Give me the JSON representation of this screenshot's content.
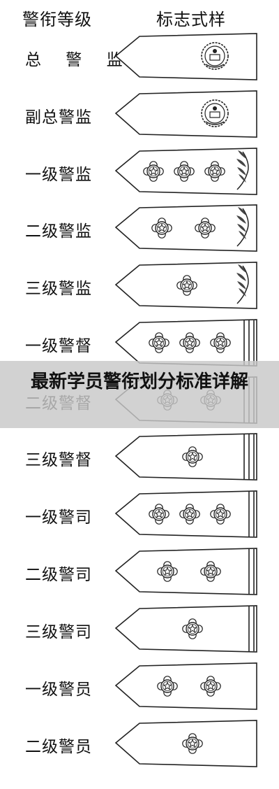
{
  "header": {
    "left": "警衔等级",
    "right": "标志式样"
  },
  "rows": [
    {
      "label": "总 警 监",
      "emblem": "national-emblem",
      "stars": 0,
      "stripes": 0,
      "leaf": false
    },
    {
      "label": "副总警监",
      "emblem": "national-emblem",
      "stars": 0,
      "stripes": 0,
      "leaf": false
    },
    {
      "label": "一级警监",
      "emblem": null,
      "stars": 3,
      "stripes": 0,
      "leaf": true
    },
    {
      "label": "二级警监",
      "emblem": null,
      "stars": 2,
      "stripes": 0,
      "leaf": true
    },
    {
      "label": "三级警监",
      "emblem": null,
      "stars": 1,
      "stripes": 0,
      "leaf": true
    },
    {
      "label": "一级警督",
      "emblem": null,
      "stars": 3,
      "stripes": 3,
      "leaf": false
    },
    {
      "label": "二级警督",
      "emblem": null,
      "stars": 2,
      "stripes": 3,
      "leaf": false
    },
    {
      "label": "三级警督",
      "emblem": null,
      "stars": 1,
      "stripes": 3,
      "leaf": false
    },
    {
      "label": "一级警司",
      "emblem": null,
      "stars": 3,
      "stripes": 2,
      "leaf": false
    },
    {
      "label": "二级警司",
      "emblem": null,
      "stars": 2,
      "stripes": 2,
      "leaf": false
    },
    {
      "label": "三级警司",
      "emblem": null,
      "stars": 1,
      "stripes": 2,
      "leaf": false
    },
    {
      "label": "一级警员",
      "emblem": null,
      "stars": 2,
      "stripes": 0,
      "leaf": false
    },
    {
      "label": "二级警员",
      "emblem": null,
      "stars": 1,
      "stripes": 0,
      "leaf": false
    }
  ],
  "overlay": {
    "title": "最新学员警衔划分标准详解"
  },
  "colors": {
    "ink": "#222222",
    "overlay": "#c8c8c8"
  }
}
